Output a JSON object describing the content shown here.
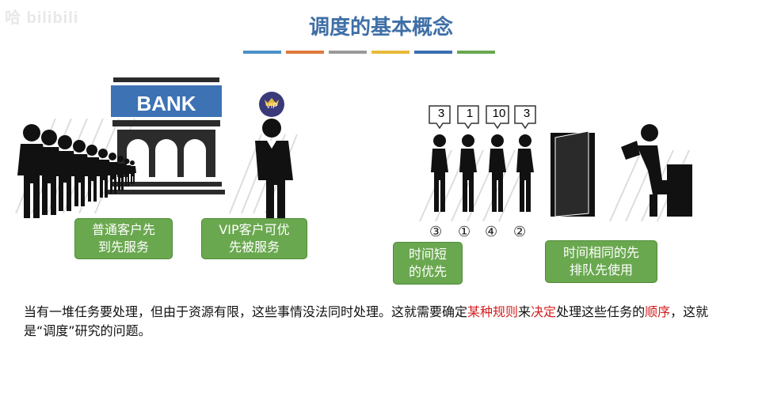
{
  "watermark": "哈 bilibili",
  "title": "调度的基本概念",
  "stripe_colors": [
    "#4a90c8",
    "#e07a3a",
    "#9a9a9a",
    "#e8b93a",
    "#3a6fb0",
    "#6aa84f"
  ],
  "bank": {
    "sign": "BANK",
    "vip_badge": "VIP",
    "callout_normal": [
      "普通客户先",
      "到先服务"
    ],
    "callout_vip": [
      "VIP客户可优",
      "先被服务"
    ]
  },
  "toilet": {
    "bubbles": [
      "3",
      "1",
      "10",
      "3"
    ],
    "order": [
      "③",
      "①",
      "④",
      "②"
    ],
    "callout_short": [
      "时间短",
      "的优先"
    ],
    "callout_same": [
      "时间相同的先",
      "排队先使用"
    ]
  },
  "description": {
    "part1": "当有一堆任务要处理，但由于资源有限，这些事情没法同时处理。这就需要确定",
    "hl1": "某种规则",
    "part2": "来",
    "hl2": "决定",
    "part3": "处理这些任务的",
    "hl3": "顺序",
    "part4": "，这就是“调度”研究的问题。"
  },
  "colors": {
    "title": "#3f6fa6",
    "callout": "#6aa84f",
    "highlight": "#d32020"
  }
}
